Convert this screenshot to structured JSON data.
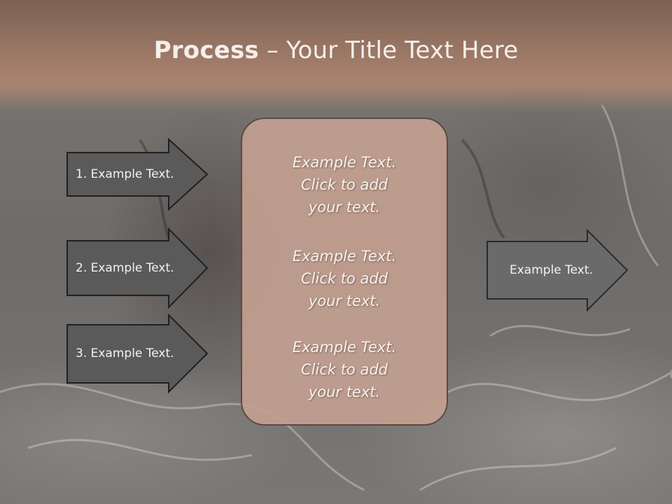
{
  "slide": {
    "title_bold": "Process",
    "title_rest": " – Your Title Text Here",
    "left_arrows": [
      {
        "label": "1. Example Text."
      },
      {
        "label": "2. Example Text."
      },
      {
        "label": "3. Example Text."
      }
    ],
    "center_blocks": [
      {
        "line1": "Example Text.",
        "line2": "Click  to add",
        "line3": "your text."
      },
      {
        "line1": "Example Text.",
        "line2": "Click  to add",
        "line3": "your text."
      },
      {
        "line1": "Example Text.",
        "line2": "Click  to add",
        "line3": "your text."
      }
    ],
    "right_arrow": {
      "label": "Example Text."
    }
  },
  "colors": {
    "header": "#9a7665",
    "center_box": "#c2a090",
    "left_arrow_fill": "#5a5a5a",
    "right_arrow_fill": "#6a6a6a"
  }
}
